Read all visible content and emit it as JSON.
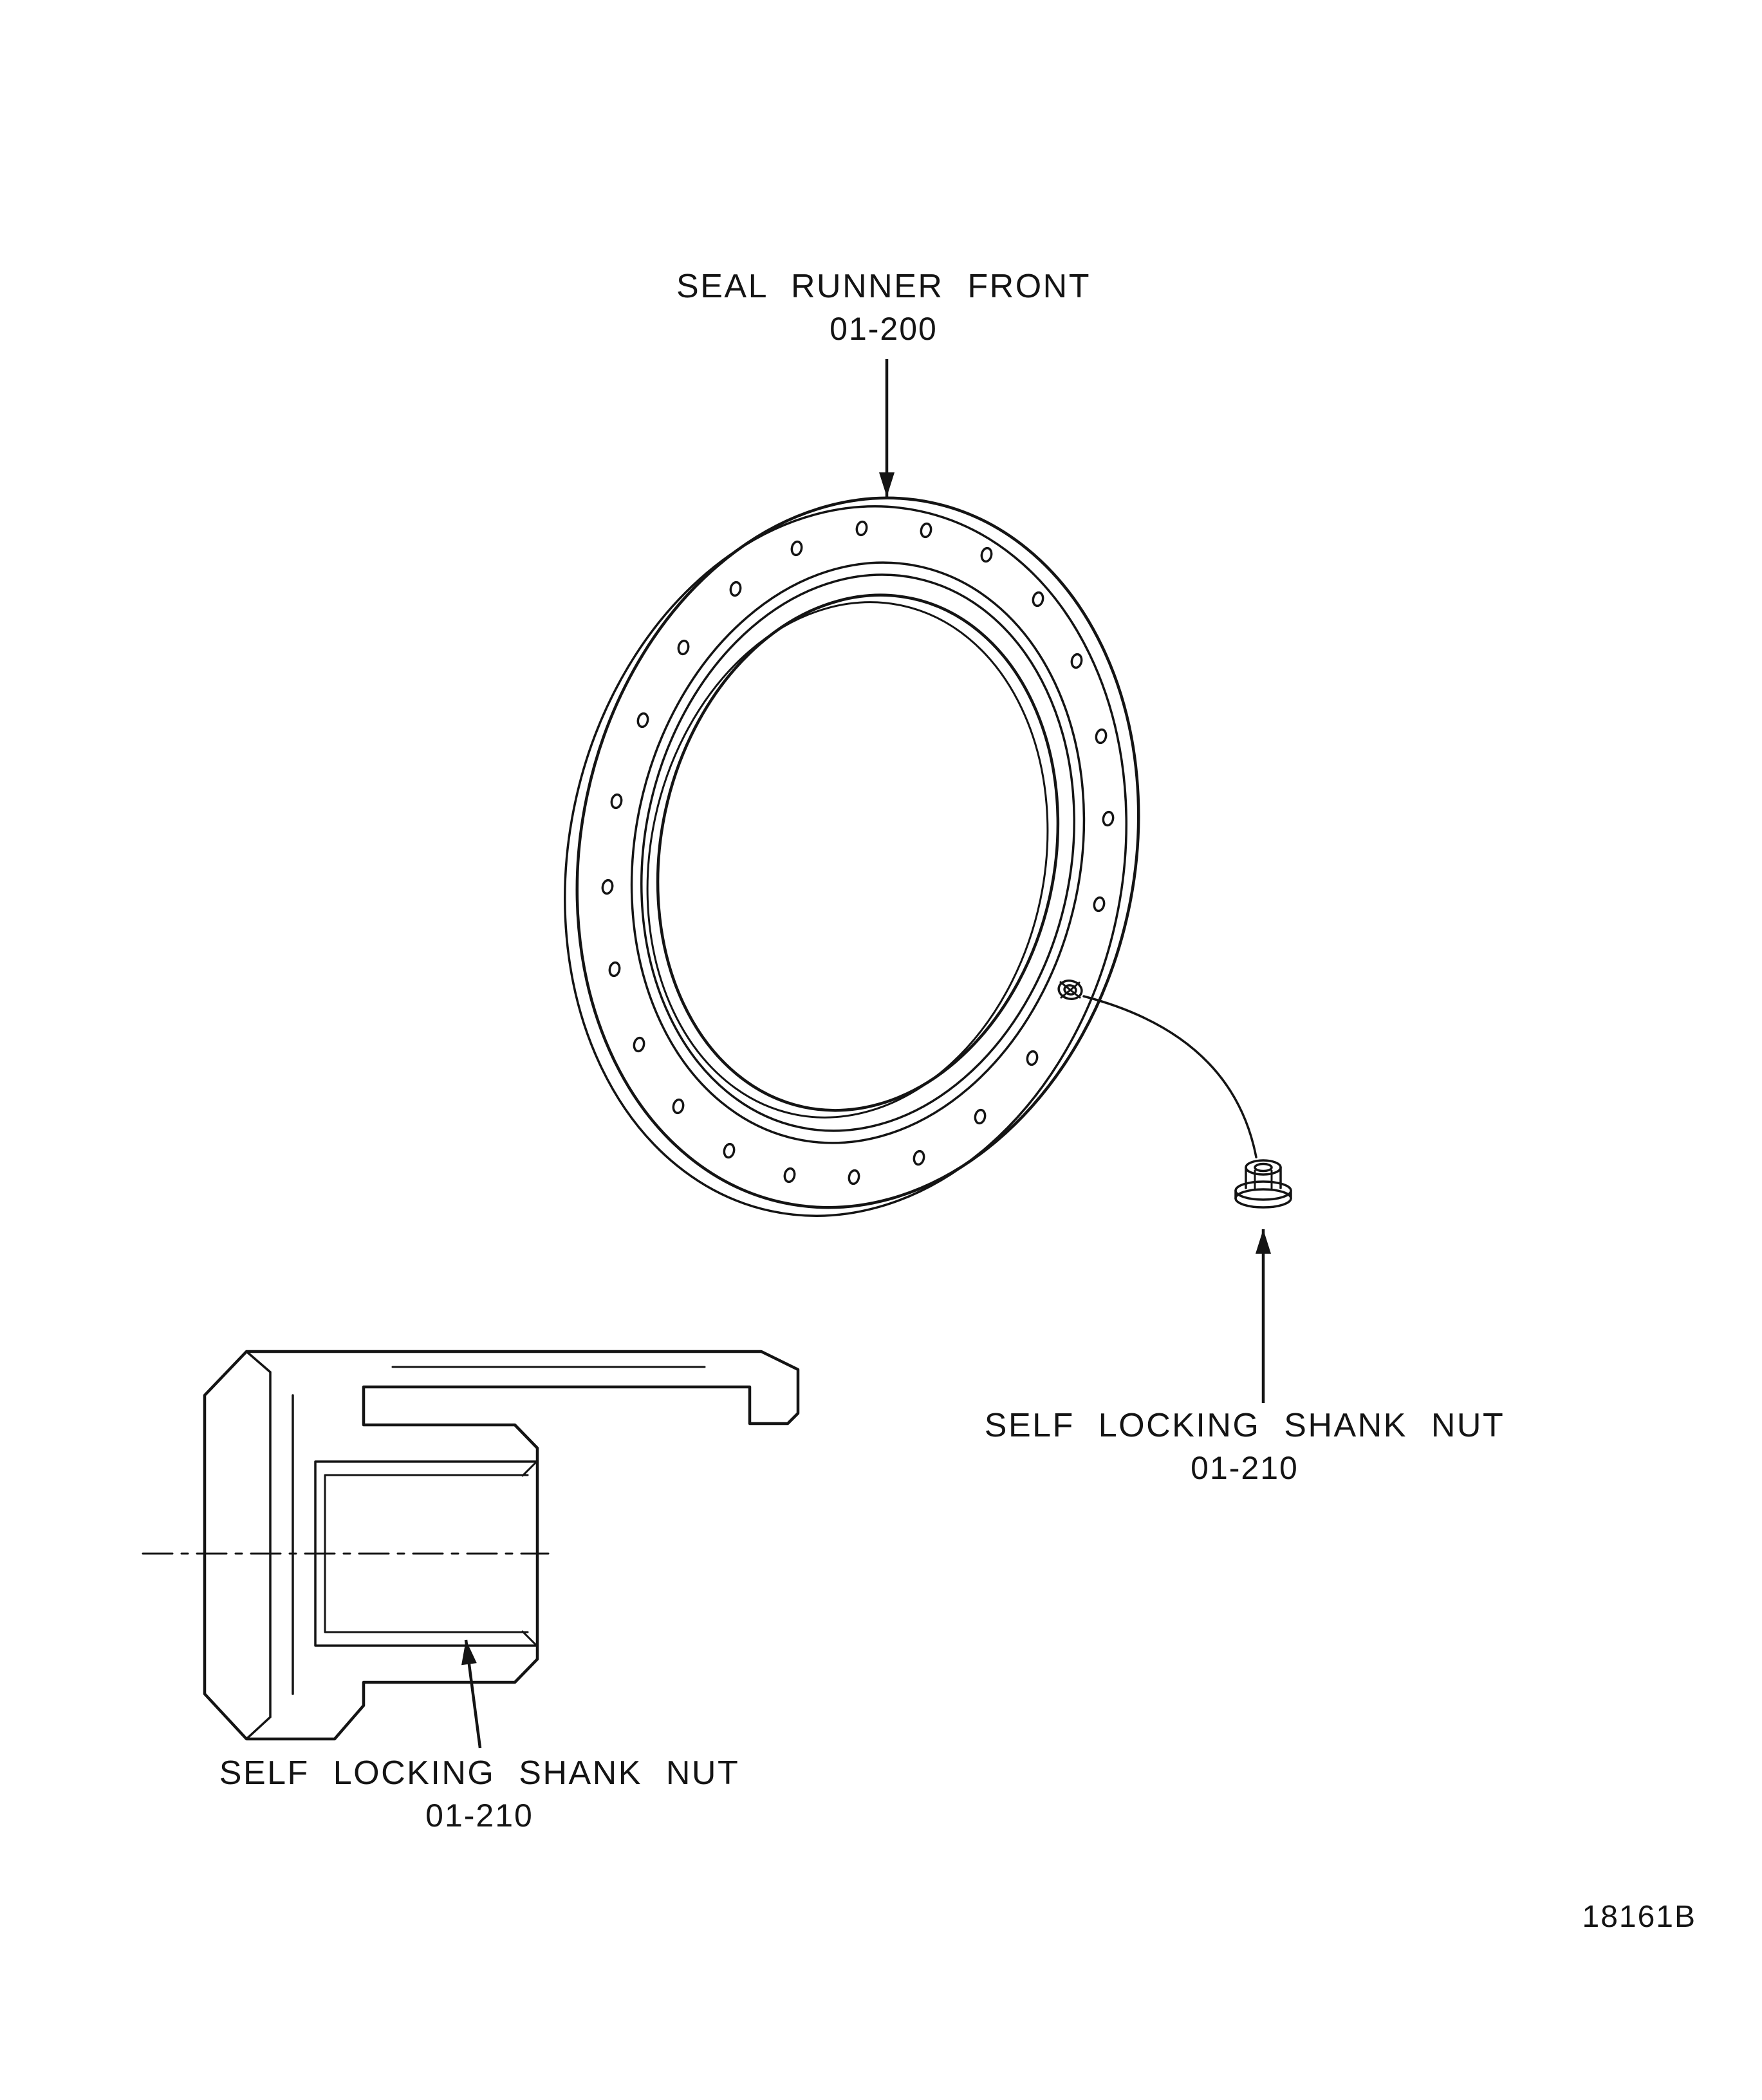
{
  "colors": {
    "ink": "#141414",
    "paper": "#ffffff"
  },
  "callouts": {
    "seal_runner": {
      "title": "SEAL RUNNER FRONT",
      "part_no": "01-200"
    },
    "shank_nut_detail": {
      "title": "SELF LOCKING SHANK NUT",
      "part_no": "01-210"
    },
    "shank_nut_section": {
      "title": "SELF LOCKING SHANK NUT",
      "part_no": "01-210"
    }
  },
  "figure_code": "18161B"
}
